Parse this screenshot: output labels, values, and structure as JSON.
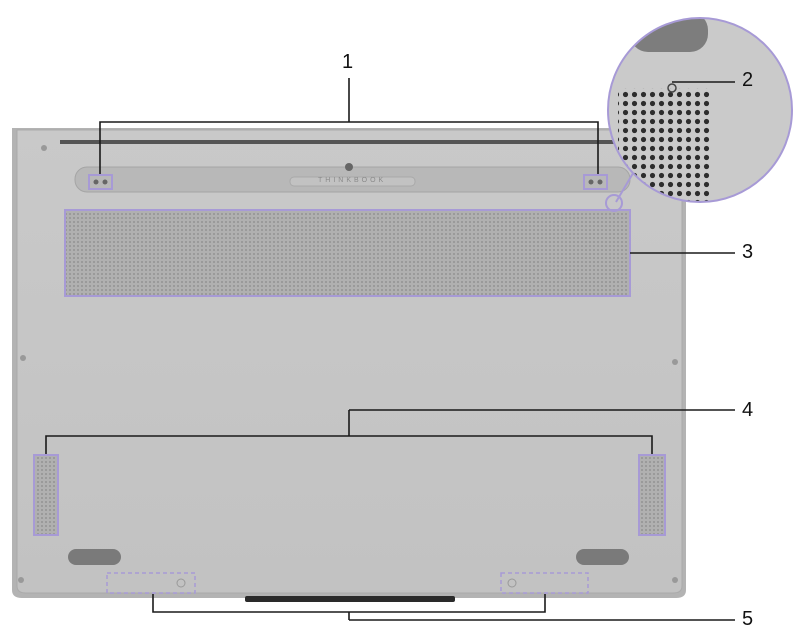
{
  "figure": {
    "brand_text": "THINKBOOK",
    "callouts": [
      {
        "number": "1"
      },
      {
        "number": "2"
      },
      {
        "number": "3"
      },
      {
        "number": "4"
      },
      {
        "number": "5"
      }
    ]
  },
  "colors": {
    "chassis": "#c6c6c6",
    "chassis_edge": "#a9a9a9",
    "highlight": "#a79ad6",
    "leader": "#1a1a1a",
    "grille": "#8f8f8f"
  }
}
